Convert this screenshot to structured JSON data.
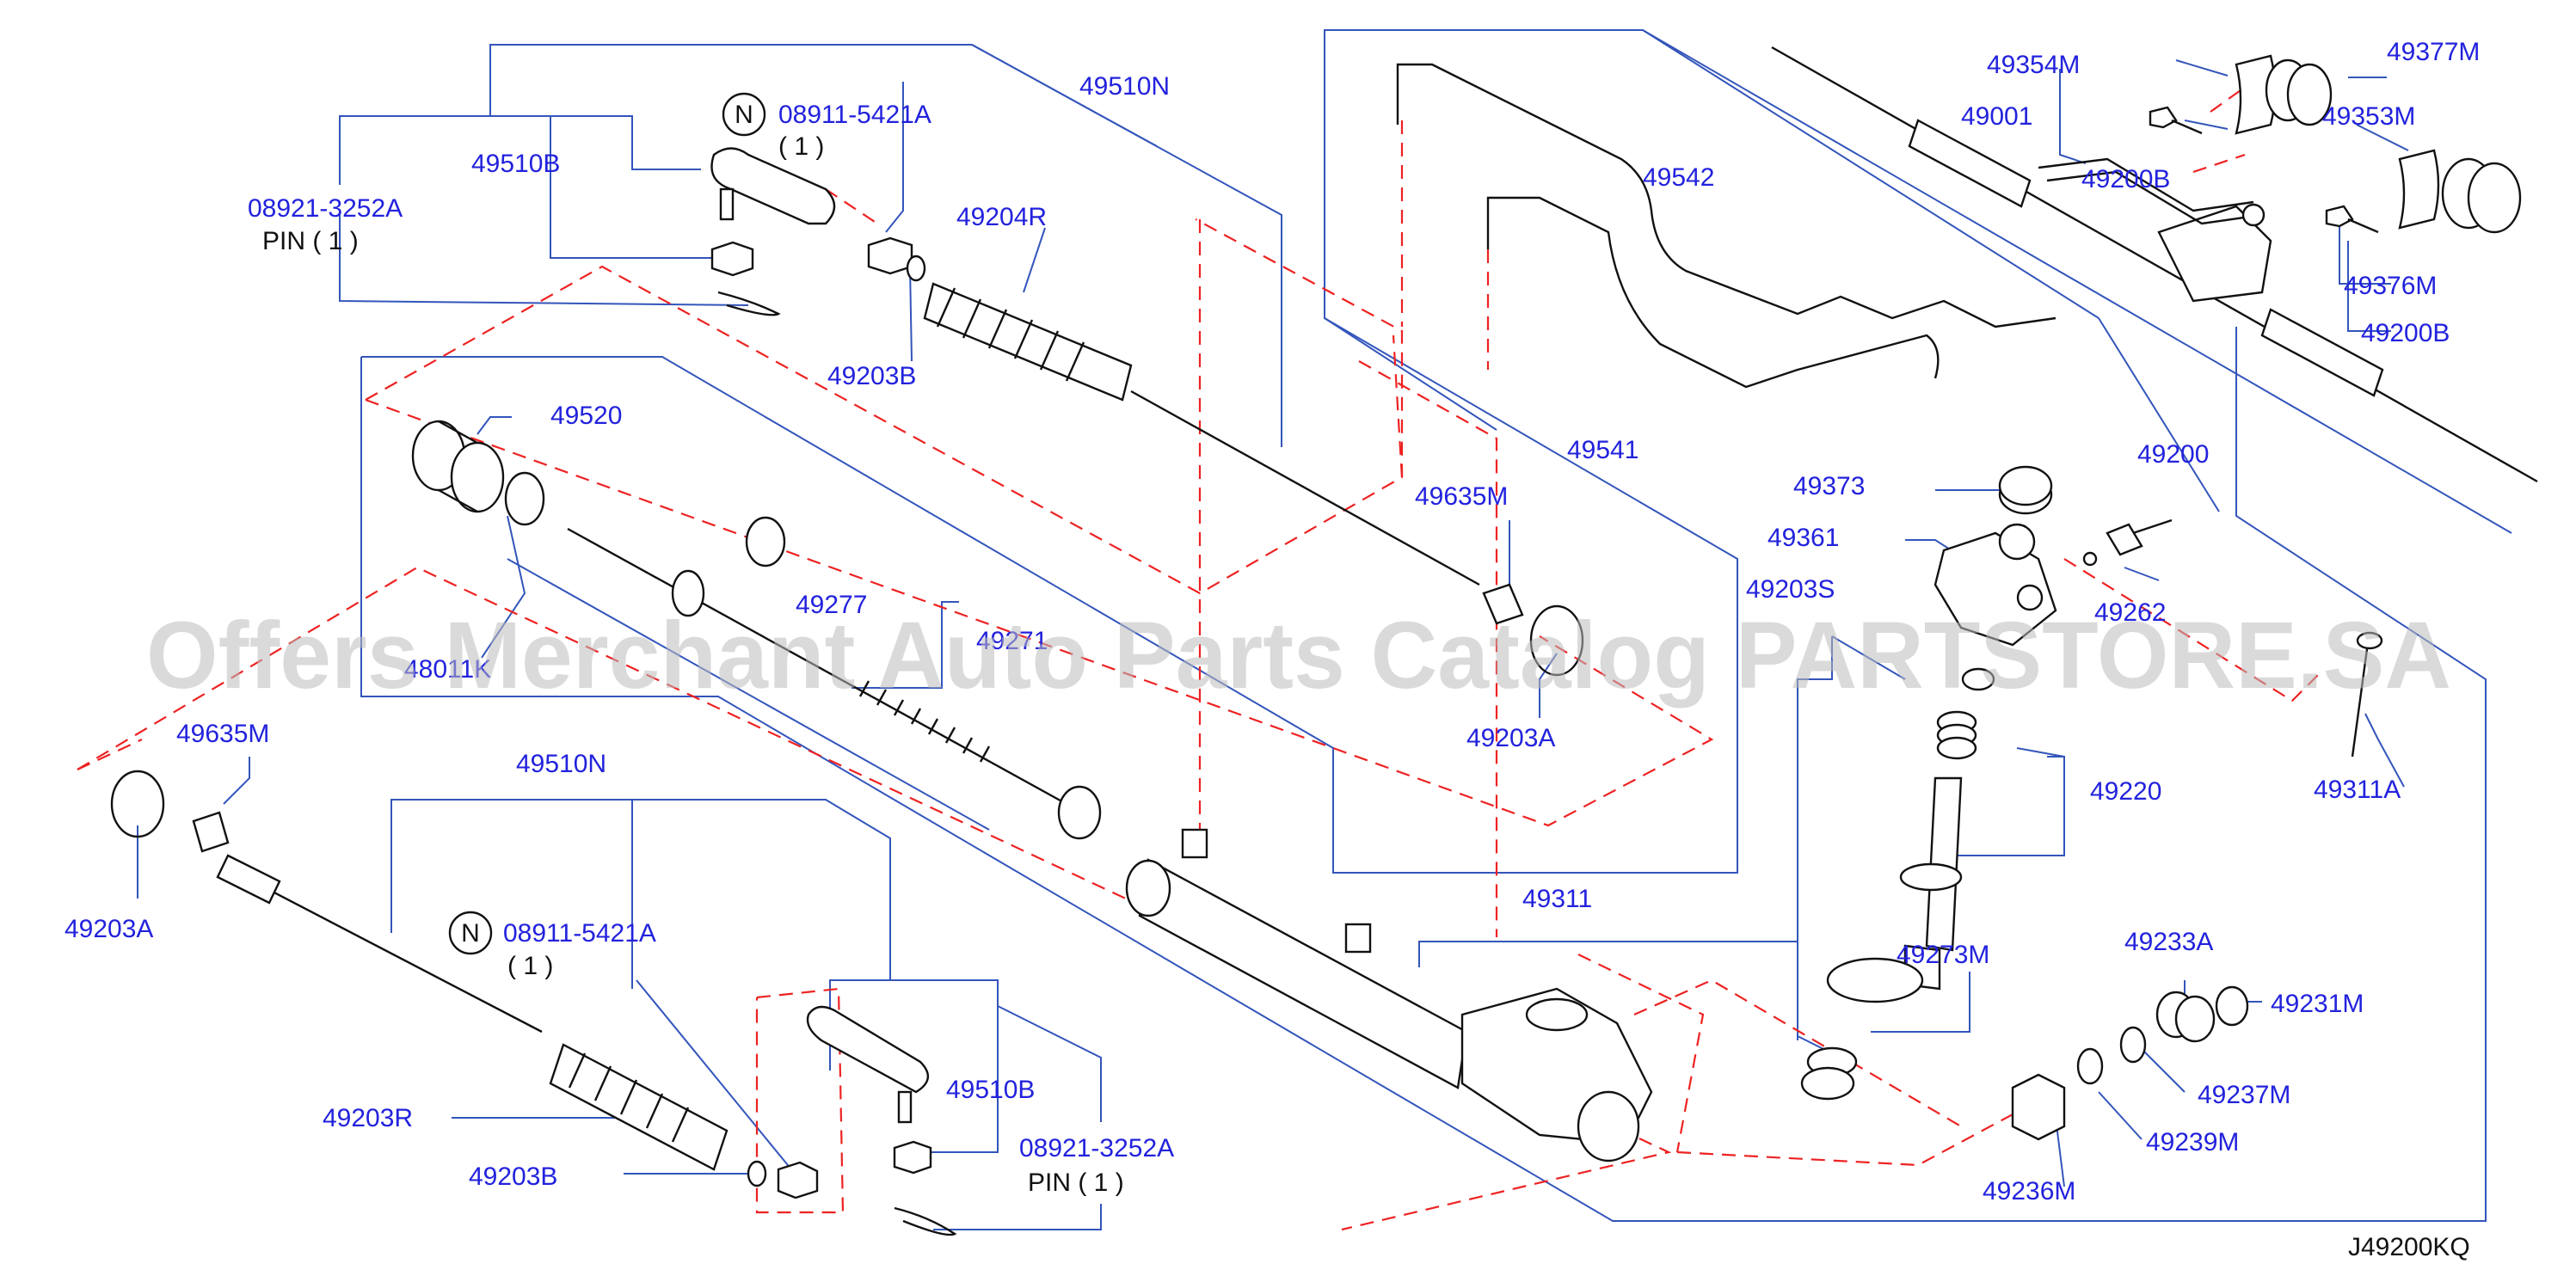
{
  "labels": {
    "p49510N_top": "49510N",
    "p08911_top": "08911-5421A",
    "qty_top": "( 1 )",
    "p49510B_top": "49510B",
    "p08921_top": "08921-3252A",
    "pin_top": "PIN ( 1 )",
    "p49204R": "49204R",
    "p49203B_top": "49203B",
    "p49520": "49520",
    "p49277": "49277",
    "p49271": "49271",
    "p48011": "48011K",
    "p49635M_mid": "49635M",
    "p49203A_mid": "49203A",
    "p49542": "49542",
    "p49541": "49541",
    "p49354M": "49354M",
    "p49001": "49001",
    "p49200B_top": "49200B",
    "p49377M": "49377M",
    "p49353M": "49353M",
    "p49376M": "49376M",
    "p49200B_right": "49200B",
    "p49200": "49200",
    "p49373": "49373",
    "p49361": "49361",
    "p49203S": "49203S",
    "p49262": "49262",
    "p49311A": "49311A",
    "p49220": "49220",
    "p49273M": "49273M",
    "p49635M_left": "49635M",
    "p49203A_left": "49203A",
    "p49510N_bot": "49510N",
    "p08911_bot": "08911-5421A",
    "qty_bot": "( 1 )",
    "p49203R": "49203R",
    "p49203B_bot": "49203B",
    "p49510B_bot": "49510B",
    "p08921_bot": "08921-3252A",
    "pin_bot": "PIN ( 1 )",
    "p49311": "49311",
    "p49233A": "49233A",
    "p49231M": "49231M",
    "p49237M": "49237M",
    "p49239M": "49239M",
    "p49236M": "49236M",
    "ref_code": "J49200KQ",
    "n_symbol": "N"
  },
  "watermark": "Offers Merchant Auto Parts Catalog PARTSTORE.SA",
  "colors": {
    "label": "#2222dd",
    "leader": "#3355bb",
    "dashed": "#ee2222",
    "part": "#111111"
  }
}
